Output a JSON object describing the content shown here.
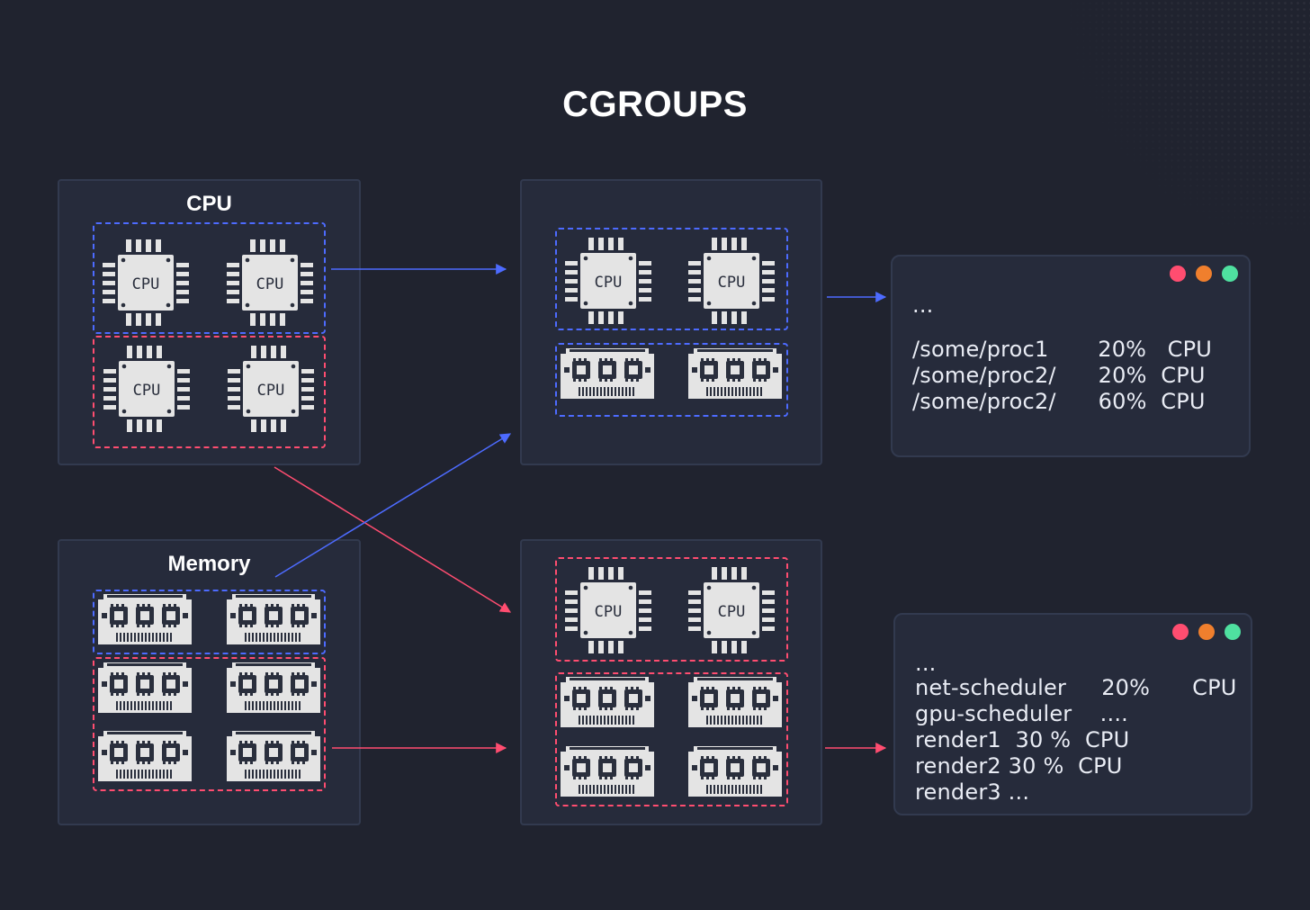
{
  "title": "CGROUPS",
  "panels": {
    "cpu_label": "CPU",
    "memory_label": "Memory"
  },
  "chip_text": "CPU",
  "terminal1": {
    "lines": [
      "...",
      "",
      "/some/proc1       20%   CPU",
      "/some/proc2/      20%  CPU",
      "/some/proc2/      60%  CPU"
    ]
  },
  "terminal2": {
    "lines": [
      "...",
      "net-scheduler     20%      CPU",
      "gpu-scheduler    ....",
      "render1  30 %  CPU",
      "render2 30 %  CPU",
      "render3 ..."
    ]
  },
  "colors": {
    "background": "#20232f",
    "panel": "#262b3b",
    "blue": "#4d6bff",
    "red": "#ff4d70",
    "chip": "#e4e4e4"
  },
  "icons": {
    "chip": "cpu-chip-icon",
    "ram": "ram-module-icon",
    "window_controls": [
      "close-dot",
      "minimize-dot",
      "maximize-dot"
    ]
  }
}
